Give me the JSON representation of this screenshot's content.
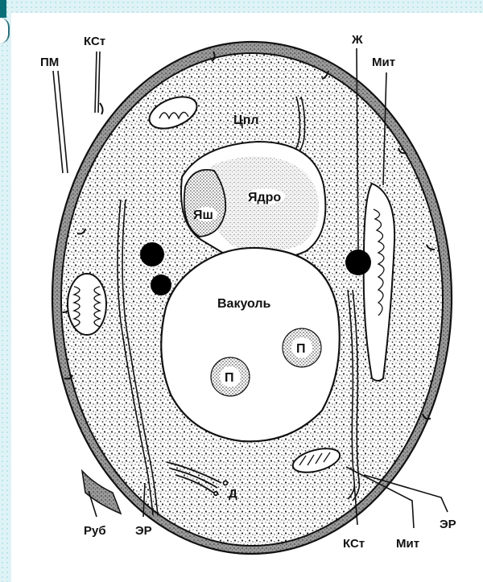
{
  "labels": {
    "pm": "ПМ",
    "kst_top": "КСт",
    "zh": "Ж",
    "mit_top": "Мит",
    "cpl": "Цпл",
    "yadro": "Ядро",
    "yash": "Яш",
    "vakuol": "Вакуоль",
    "p1": "П",
    "p2": "П",
    "d": "Д",
    "rub": "Руб",
    "er_bottom": "ЭР",
    "kst_bottom": "КСт",
    "mit_bottom": "Мит",
    "er_right": "ЭР"
  },
  "colors": {
    "wall": "#7a7a7a",
    "ink": "#111111",
    "accent": "#0a6e78",
    "background": "#dff3f6"
  }
}
